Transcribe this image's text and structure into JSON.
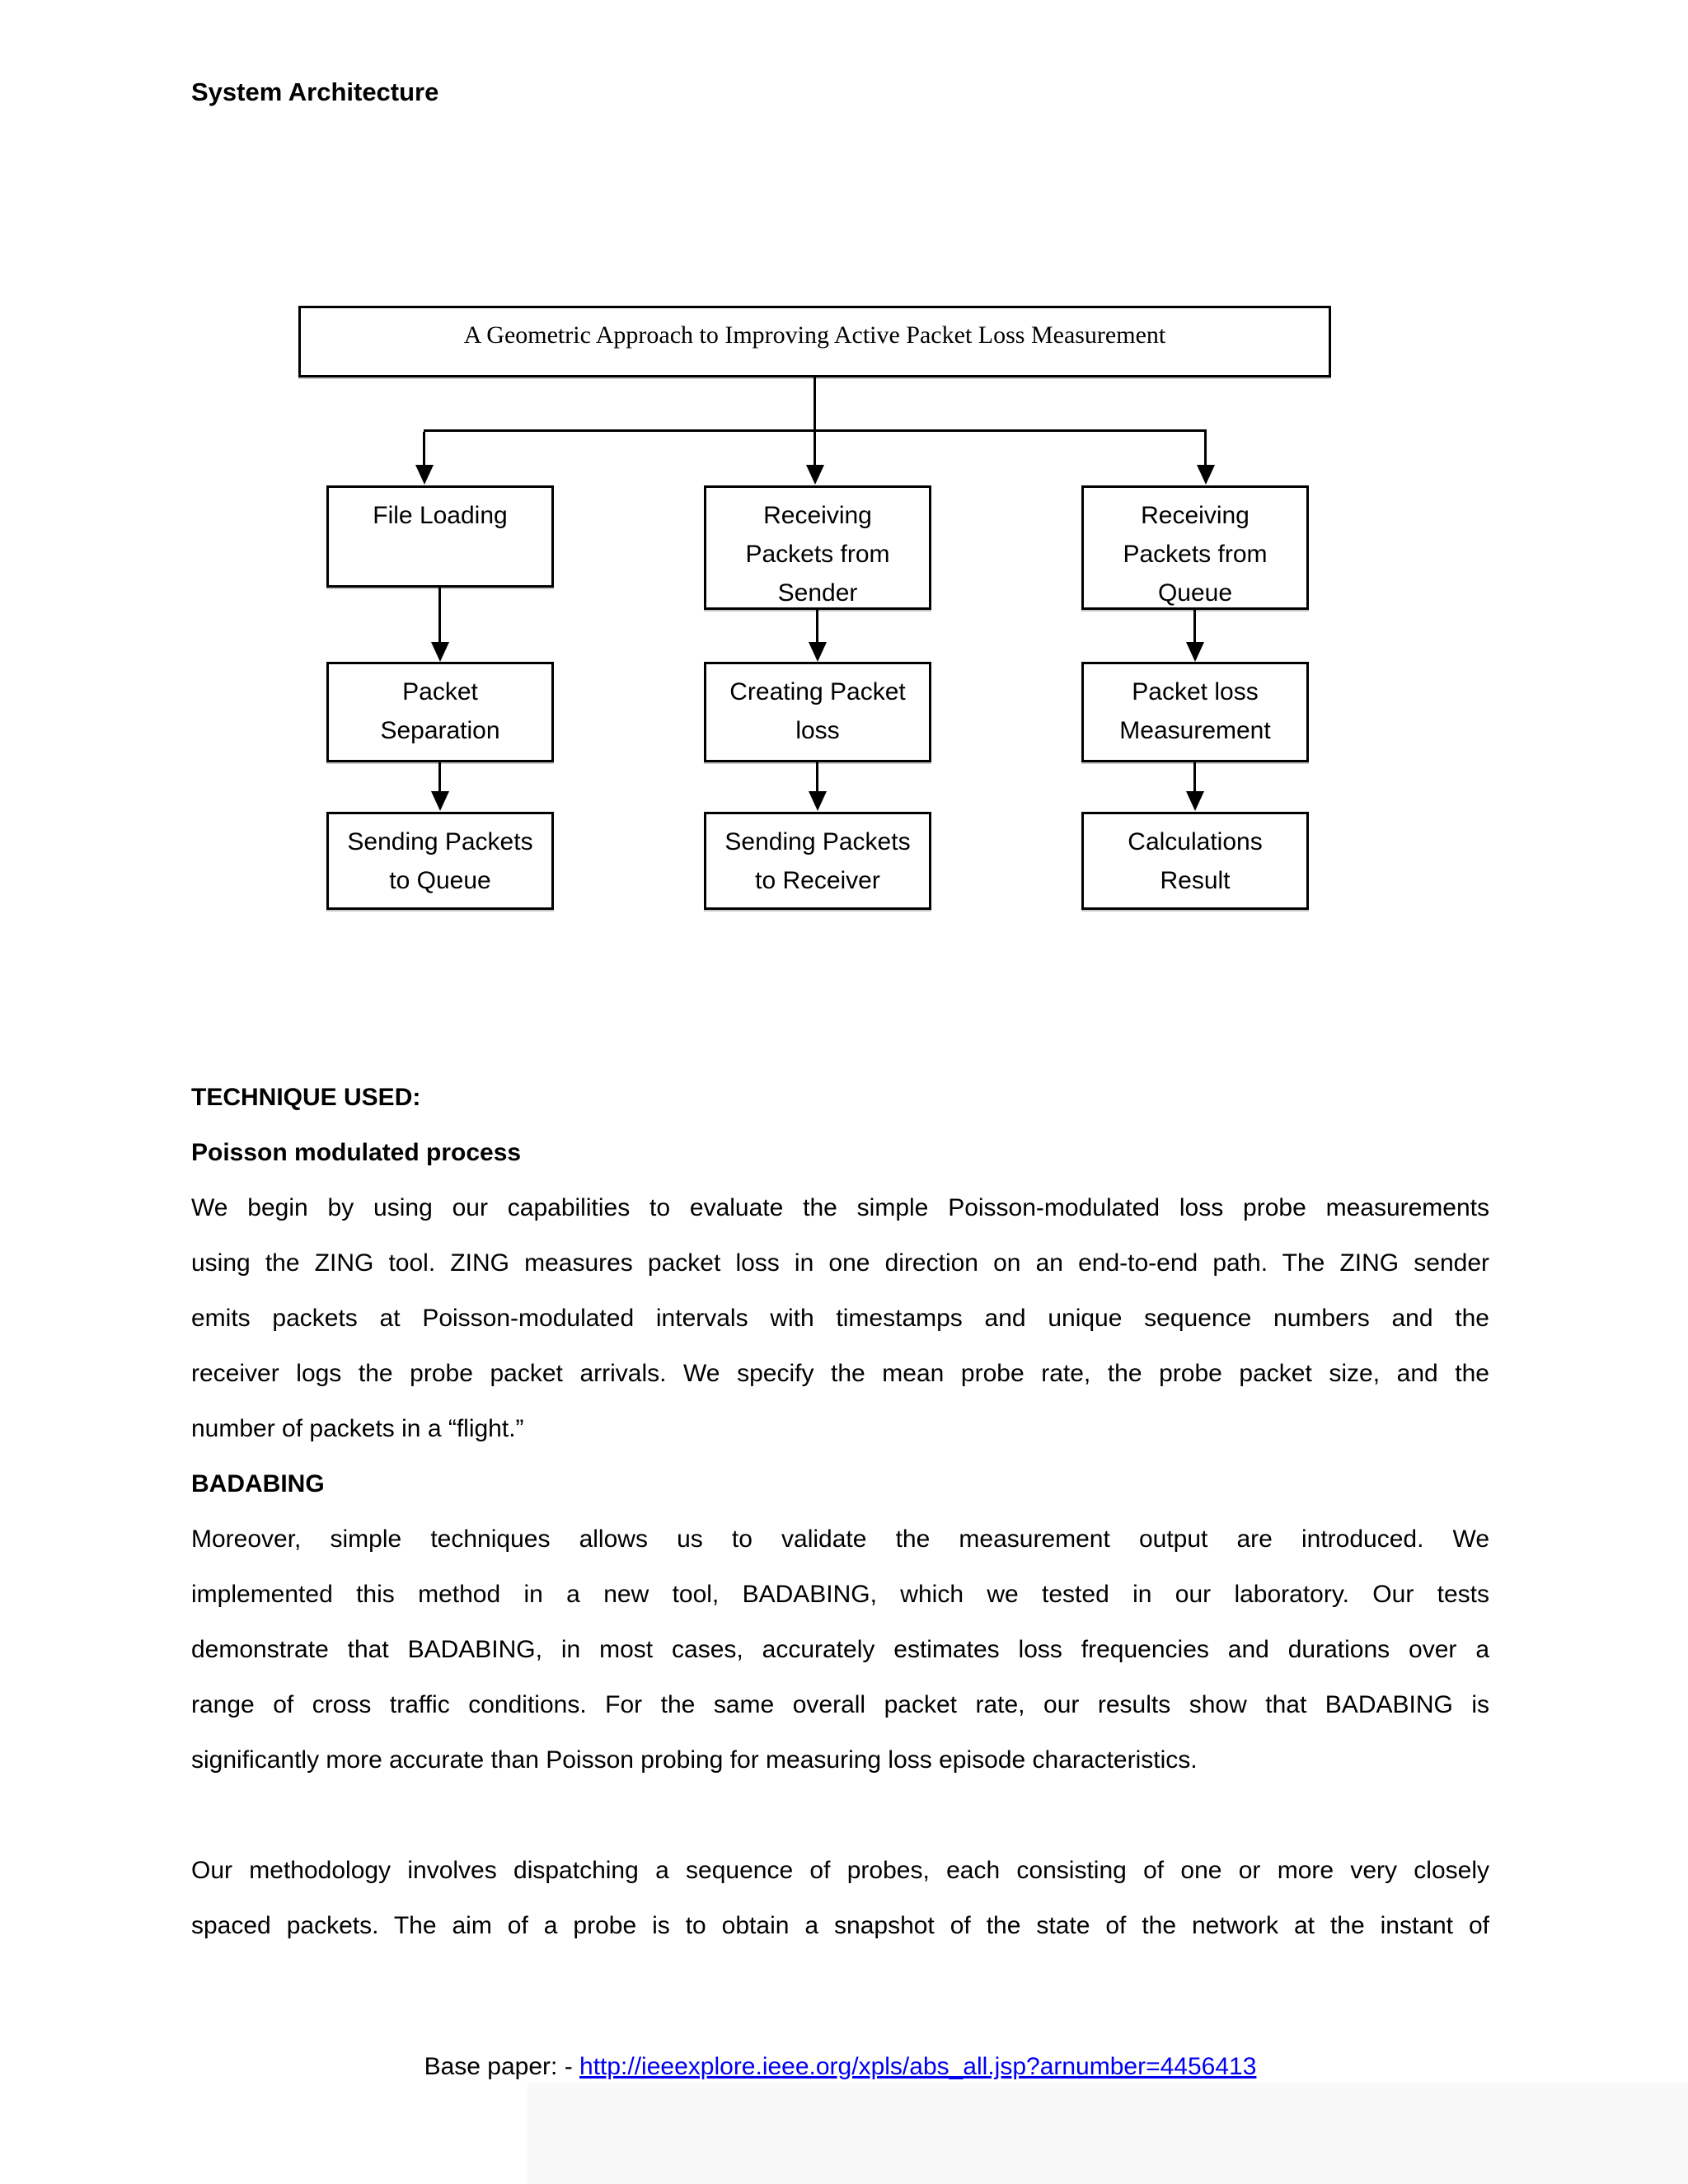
{
  "page": {
    "heading": "System Architecture"
  },
  "diagram": {
    "root_label": "A Geometric Approach to Improving Active Packet Loss Measurement",
    "columns": [
      {
        "boxes": [
          "File Loading",
          "Packet\nSeparation",
          "Sending Packets\nto Queue"
        ]
      },
      {
        "boxes": [
          "Receiving\nPackets from\nSender",
          "Creating Packet\nloss",
          "Sending Packets\nto Receiver"
        ]
      },
      {
        "boxes": [
          "Receiving\nPackets from\nQueue",
          "Packet loss\nMeasurement",
          "Calculations\nResult"
        ]
      }
    ]
  },
  "sections": {
    "technique_heading": "TECHNIQUE USED:",
    "poisson_heading": "Poisson modulated process",
    "poisson_lines": [
      "We begin by using our capabilities to evaluate the simple Poisson-modulated loss probe measurements",
      "using the ZING tool. ZING measures packet loss in one direction on an end-to-end path. The ZING sender",
      "emits packets at Poisson-modulated intervals with timestamps and unique sequence numbers and the",
      "receiver logs the probe packet arrivals. We specify the mean probe rate, the probe packet size, and the",
      "number of packets in a “flight.”"
    ],
    "badabing_heading": "BADABING",
    "badabing_lines": [
      "Moreover, simple techniques allows us to validate the measurement output are introduced. We",
      "implemented this method in a new tool, BADABING, which we tested in our laboratory. Our tests",
      "demonstrate that BADABING, in most cases, accurately estimates loss frequencies and durations over a",
      "range of cross traffic conditions. For the same overall packet rate, our results show that BADABING is",
      "significantly more accurate than Poisson probing for measuring loss episode characteristics."
    ],
    "methodology_lines": [
      "Our methodology involves dispatching a sequence of probes, each consisting of one or more very closely",
      "spaced packets. The aim of a probe is to obtain a snapshot of the state of the network at the instant of"
    ]
  },
  "footer": {
    "prefix": "Base paper: - ",
    "link_text": "http://ieeexplore.ieee.org/xpls/abs_all.jsp?arnumber=4456413",
    "link_color": "#0000f0"
  }
}
